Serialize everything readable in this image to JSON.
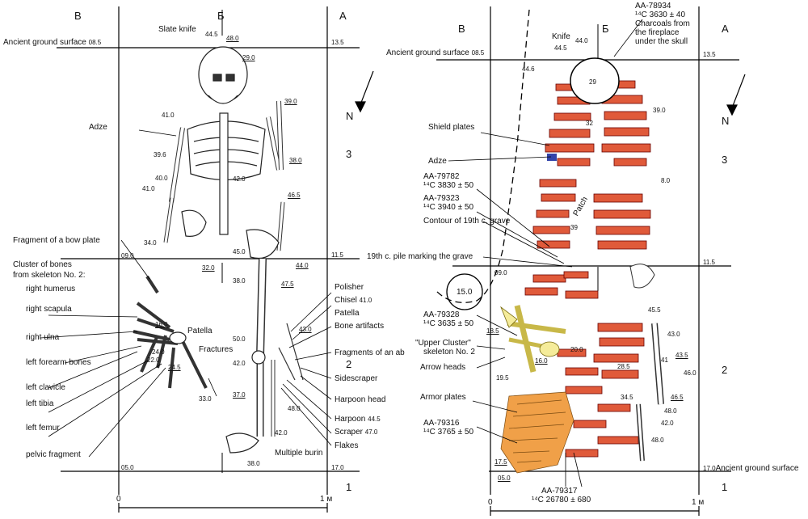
{
  "left": {
    "columns": [
      "В",
      "Б",
      "А"
    ],
    "rows": [
      "3",
      "2",
      "1"
    ],
    "ground": {
      "label": "Ancient ground surface",
      "left": "08.5",
      "right": "13.5"
    },
    "depths": {
      "d1": "44.5",
      "d2": "48.0",
      "d3": "29.0",
      "d4": "41.0",
      "d5": "39.0",
      "d6": "39.6",
      "d7": "38.0",
      "d8": "42.0",
      "d9": "40.0",
      "d10": "41.0",
      "d11": "46.5",
      "d12": "34.0",
      "d13": "45.0",
      "d14": "32.0",
      "d15": "44.0",
      "d16": "38.0",
      "d17": "47.5",
      "d18": "09.0",
      "d19": "11.5",
      "d20": "16.0",
      "d21": "22.0",
      "d22": "24.0",
      "d23": "24.5",
      "d24": "33.0",
      "d25": "50.0",
      "d26": "43.0",
      "d27": "42.0",
      "d28": "37.0",
      "d29": "48.0",
      "d30": "42.0",
      "d31": "38.0",
      "d32": "05.0",
      "d33": "17.0",
      "d34": "41.0",
      "d35": "44.5",
      "d36": "47.0"
    },
    "labels": {
      "slate_knife": "Slate knife",
      "adze": "Adze",
      "bow": "Fragment of a bow plate",
      "cluster1": "Cluster of bones",
      "cluster2": "from skeleton No. 2:",
      "humerus": "right humerus",
      "scapula": "right scapula",
      "ulna": "right ulna",
      "forearm": "left forearm bones",
      "clavicle": "left clavicle",
      "tibia": "left tibia",
      "femur": "left femur",
      "pelvic": "pelvic fragment",
      "patella_l": "Patella",
      "fractures": "Fractures",
      "polisher": "Polisher",
      "chisel": "Chisel",
      "patella": "Patella",
      "bone_art": "Bone artifacts",
      "frag": "Fragments of an ab",
      "sidescraper": "Sidescraper",
      "harpoon_head": "Harpoon head",
      "harpoon": "Harpoon",
      "scraper": "Scraper",
      "flakes": "Flakes",
      "burin": "Multiple burin",
      "north": "N"
    },
    "scale": {
      "zero": "0",
      "one": "1 м"
    }
  },
  "right": {
    "columns": [
      "В",
      "Б",
      "А"
    ],
    "rows": [
      "3",
      "2",
      "1"
    ],
    "ground_top": {
      "label": "Ancient ground surface",
      "left": "08.5",
      "right": "13.5"
    },
    "ground_bottom": {
      "label": "Ancient ground surface",
      "right": "17.0"
    },
    "depths": {
      "d1": "44.0",
      "d2": "44.5",
      "d3": "44.6",
      "d4": "29",
      "d5": "32",
      "d6": "39.0",
      "d7": "8.0",
      "d8": "39",
      "d9": "09.0",
      "d10": "11.5",
      "d11": "15.0",
      "d12": "45.5",
      "d13": "18.5",
      "d14": "16.0",
      "d15": "20.0",
      "d16": "43.0",
      "d17": "43.5",
      "d18": "41",
      "d19": "28.5",
      "d20": "46.0",
      "d21": "19.5",
      "d22": "34.5",
      "d23": "46.5",
      "d24": "48.0",
      "d25": "42.0",
      "d26": "48.0",
      "d27": "17.5",
      "d28": "05.0"
    },
    "labels": {
      "knife": "Knife",
      "aa78934": "AA-78934",
      "c78934": "¹⁴C 3630 ± 40",
      "charcoal1": "Charcoals from",
      "charcoal2": "the fireplace",
      "charcoal3": "under the skull",
      "shield": "Shield plates",
      "adze": "Adze",
      "aa79782": "AA-79782",
      "c79782": "¹⁴C 3830 ± 50",
      "aa79323": "AA-79323",
      "c79323": "¹⁴C 3940 ± 50",
      "contour": "Contour of 19th c. grave",
      "pile": "19th c. pile marking the grave",
      "patch": "Patch",
      "aa79328": "AA-79328",
      "c79328": "¹⁴C 3635 ± 50",
      "upper1": "\"Upper Cluster\"",
      "upper2": "skeleton No. 2",
      "arrows": "Arrow heads",
      "armor": "Armor plates",
      "aa79316": "AA-79316",
      "c79316": "¹⁴C 3765 ± 50",
      "aa79317": "AA-79317",
      "c79317": "¹⁴C 26780 ± 680",
      "north": "N"
    },
    "scale": {
      "zero": "0",
      "one": "1 м"
    }
  }
}
